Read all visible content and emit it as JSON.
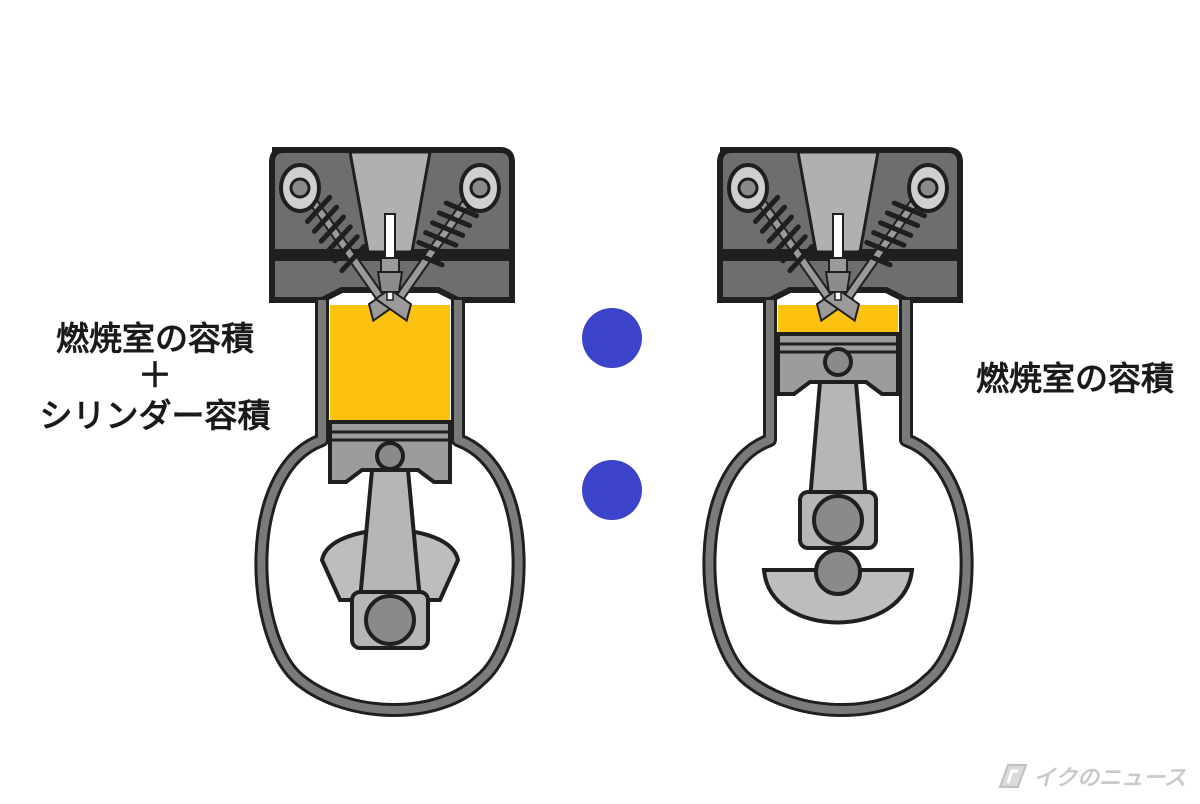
{
  "labels": {
    "left_line1": "燃焼室の容積",
    "left_plus": "＋",
    "left_line2": "シリンダー容積",
    "right": "燃焼室の容積"
  },
  "watermark": "イクのニュース",
  "colors": {
    "charge": "#fdc20f",
    "colon_dot": "#3b44c8",
    "head_dark": "#6e6e6e",
    "head_light": "#b0b0b0",
    "metal": "#a9a9a9",
    "outline": "#1f1f1f",
    "background": "#ffffff"
  },
  "icons": {
    "colon": "ratio-colon-icon",
    "spark": "spark-plug-icon",
    "valve": "valve-spring-icon"
  }
}
